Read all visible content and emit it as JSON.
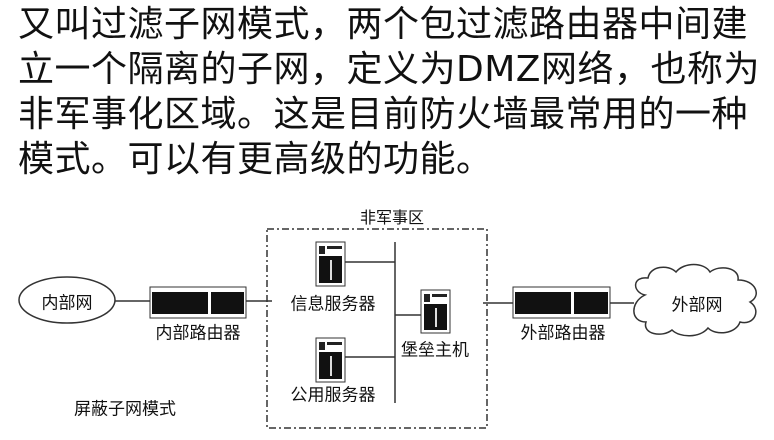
{
  "paragraph": {
    "lines": [
      "又叫过滤子网模式，两个包过滤路由器中间建",
      "立一个隔离的子网，定义为DMZ网络，也称为",
      "非军事化区域。这是目前防火墙最常用的一种",
      "模式。可以有更高级的功能。"
    ]
  },
  "diagram": {
    "dmz_label": "非军事区",
    "internal_network": "内部网",
    "internal_router": "内部路由器",
    "info_server": "信息服务器",
    "bastion_host": "堡垒主机",
    "public_server": "公用服务器",
    "external_router": "外部路由器",
    "external_network": "外部网",
    "caption": "屏蔽子网模式"
  }
}
